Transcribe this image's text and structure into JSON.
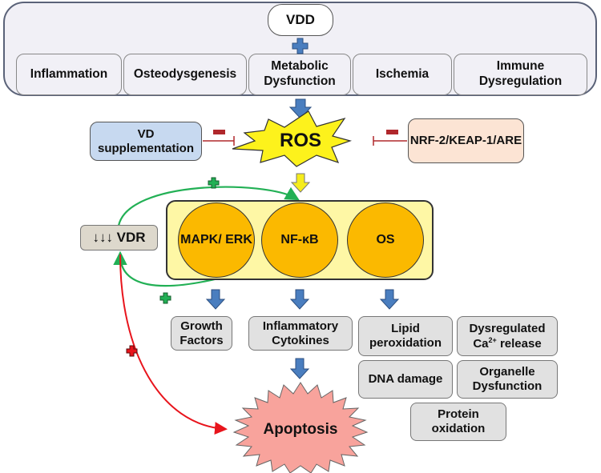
{
  "top": {
    "vdd": "VDD",
    "causes": [
      "Inflammation",
      "Osteodysgenesis",
      "Metabolic Dysfunction",
      "Ischemia",
      "Immune Dysregulation"
    ]
  },
  "modulators": {
    "vd_supplementation": "VD supplementation",
    "nrf2": "NRF-2/KEAP-1/ARE"
  },
  "ros": "ROS",
  "vdr": "↓↓↓ VDR",
  "pathways": [
    "MAPK/ ERK",
    "NF-κB",
    "OS"
  ],
  "outcomes": {
    "growth_factors": "Growth Factors",
    "inflammatory_cytokines": "Inflammatory Cytokines",
    "lipid_peroxidation": "Lipid peroxidation",
    "dysregulated_ca_prefix": "Dysregulated Ca",
    "dysregulated_ca_sup": "2+",
    "dysregulated_ca_suffix": " release",
    "dna_damage": "DNA damage",
    "organelle_dysfunction": "Organelle Dysfunction",
    "protein_oxidation": "Protein oxidation"
  },
  "apoptosis": "Apoptosis",
  "signs": {
    "plus": "+",
    "minus": "−"
  },
  "colors": {
    "blue_arrow": "#4a7ebf",
    "yellow_arrow": "#f5ec1c",
    "green_line": "#22b055",
    "red_line": "#e8141c",
    "inhibit_line": "#b0282c",
    "ros_fill": "#fdf21c",
    "apoptosis_fill": "#f8a39c",
    "circle_fill": "#fbb900"
  }
}
